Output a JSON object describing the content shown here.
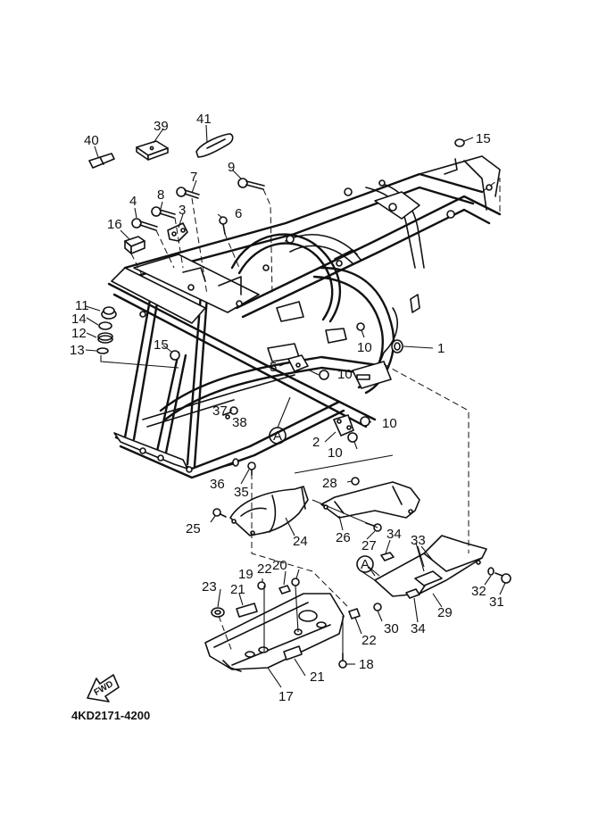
{
  "diagram": {
    "type": "exploded-parts-diagram",
    "subject": "ATV frame assembly",
    "part_code": "4KD2171-4200",
    "forward_indicator": "FWD",
    "reference_marker": "A",
    "callouts": [
      {
        "id": "c1",
        "label": "1"
      },
      {
        "id": "c2",
        "label": "2"
      },
      {
        "id": "c3",
        "label": "3"
      },
      {
        "id": "c4",
        "label": "4"
      },
      {
        "id": "c5",
        "label": "5"
      },
      {
        "id": "c6",
        "label": "6"
      },
      {
        "id": "c7",
        "label": "7"
      },
      {
        "id": "c8",
        "label": "8"
      },
      {
        "id": "c9",
        "label": "9"
      },
      {
        "id": "c10a",
        "label": "10"
      },
      {
        "id": "c10b",
        "label": "10"
      },
      {
        "id": "c10c",
        "label": "10"
      },
      {
        "id": "c10d",
        "label": "10"
      },
      {
        "id": "c11",
        "label": "11"
      },
      {
        "id": "c12",
        "label": "12"
      },
      {
        "id": "c13",
        "label": "13"
      },
      {
        "id": "c14",
        "label": "14"
      },
      {
        "id": "c15a",
        "label": "15"
      },
      {
        "id": "c15b",
        "label": "15"
      },
      {
        "id": "c16",
        "label": "16"
      },
      {
        "id": "c17",
        "label": "17"
      },
      {
        "id": "c18",
        "label": "18"
      },
      {
        "id": "c19",
        "label": "19"
      },
      {
        "id": "c20",
        "label": "20"
      },
      {
        "id": "c21a",
        "label": "21"
      },
      {
        "id": "c21b",
        "label": "21"
      },
      {
        "id": "c22a",
        "label": "22"
      },
      {
        "id": "c22b",
        "label": "22"
      },
      {
        "id": "c23",
        "label": "23"
      },
      {
        "id": "c24",
        "label": "24"
      },
      {
        "id": "c25",
        "label": "25"
      },
      {
        "id": "c26",
        "label": "26"
      },
      {
        "id": "c27",
        "label": "27"
      },
      {
        "id": "c28",
        "label": "28"
      },
      {
        "id": "c29",
        "label": "29"
      },
      {
        "id": "c30",
        "label": "30"
      },
      {
        "id": "c31",
        "label": "31"
      },
      {
        "id": "c32",
        "label": "32"
      },
      {
        "id": "c33",
        "label": "33"
      },
      {
        "id": "c34a",
        "label": "34"
      },
      {
        "id": "c34b",
        "label": "34"
      },
      {
        "id": "c35",
        "label": "35"
      },
      {
        "id": "c36",
        "label": "36"
      },
      {
        "id": "c37",
        "label": "37"
      },
      {
        "id": "c38",
        "label": "38"
      },
      {
        "id": "c39",
        "label": "39"
      },
      {
        "id": "c40",
        "label": "40"
      },
      {
        "id": "c41",
        "label": "41"
      }
    ]
  }
}
